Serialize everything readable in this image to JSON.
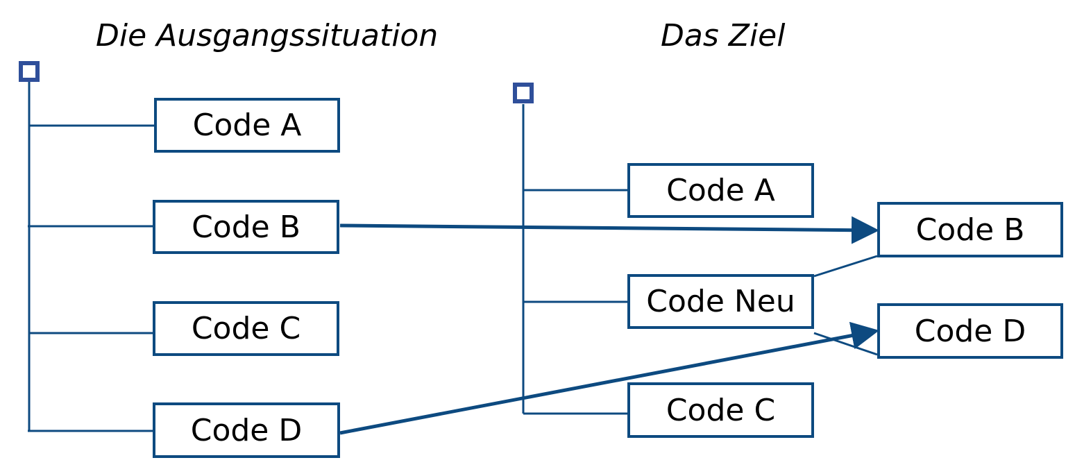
{
  "colors": {
    "line": "#0d4a80",
    "root_node": "#2f4f9a",
    "text": "#000000"
  },
  "left_tree": {
    "heading": "Die Ausgangssituation",
    "codes": [
      "Code A",
      "Code B",
      "Code C",
      "Code D"
    ]
  },
  "right_tree": {
    "heading": "Das Ziel",
    "codes": [
      "Code A",
      "Code Neu",
      "Code C"
    ],
    "children_of_code_neu": [
      "Code B",
      "Code D"
    ]
  },
  "moves": [
    {
      "from": "Code B",
      "to": "Code B"
    },
    {
      "from": "Code D",
      "to": "Code D"
    }
  ]
}
